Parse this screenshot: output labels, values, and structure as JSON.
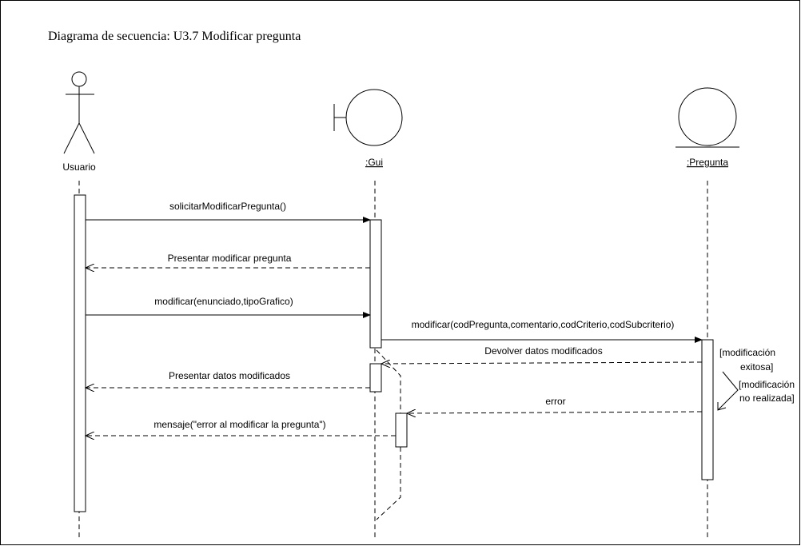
{
  "title": "Diagrama de secuencia: U3.7 Modificar pregunta",
  "participants": {
    "actor": {
      "name": "Usuario",
      "icon": "actor-stick-figure-icon"
    },
    "gui": {
      "name": ":Gui",
      "icon": "boundary-icon"
    },
    "entity": {
      "name": ":Pregunta",
      "icon": "entity-icon"
    }
  },
  "messages": {
    "m1": "solicitarModificarPregunta()",
    "m2": "Presentar modificar pregunta",
    "m3": "modificar(enunciado,tipoGrafico)",
    "m4": "modificar(codPregunta,comentario,codCriterio,codSubcriterio)",
    "m5": "Devolver datos modificados",
    "m6": "Presentar datos modificados",
    "m7": "error",
    "m8": "mensaje(\"error al modificar la pregunta\")"
  },
  "guards": {
    "success_line1": "[modificación",
    "success_line2": "exitosa]",
    "failure_line1": "[modificación",
    "failure_line2": "no realizada]"
  }
}
